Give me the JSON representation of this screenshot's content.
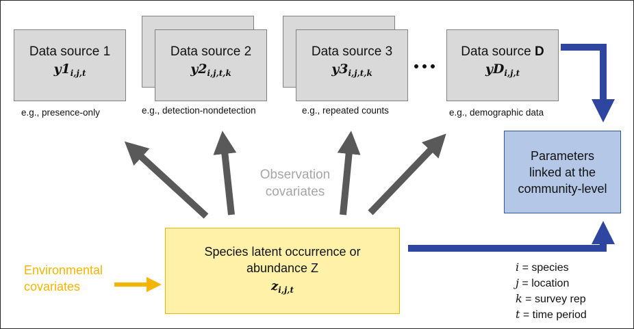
{
  "data_sources": [
    {
      "title": "Data source 1",
      "title_bold": "",
      "symbol_main": "y1",
      "symbol_sub": "i,j,t",
      "caption": "e.g., presence-only"
    },
    {
      "title": "Data source 2",
      "title_bold": "",
      "symbol_main": "y2",
      "symbol_sub": "i,j,t,k",
      "caption": "e.g., detection-nondetection"
    },
    {
      "title": "Data source 3",
      "title_bold": "",
      "symbol_main": "y3",
      "symbol_sub": "i,j,t,k",
      "caption": "e.g., repeated counts"
    },
    {
      "title": "Data source ",
      "title_bold": "D",
      "symbol_main": "yD",
      "symbol_sub": "i,j,t",
      "caption": "e.g., demographic data"
    }
  ],
  "parameters": {
    "line1": "Parameters",
    "line2": "linked at the",
    "line3": "community-level"
  },
  "latent": {
    "line1": "Species latent occurrence or",
    "line2": "abundance Z",
    "symbol_main": "z",
    "symbol_sub": "i,j,t"
  },
  "observation_covariates": {
    "line1": "Observation",
    "line2": "covariates"
  },
  "environmental_covariates": {
    "line1": "Environmental",
    "line2": "covariates"
  },
  "legend": [
    {
      "var": "i",
      "desc": " = species"
    },
    {
      "var": "j",
      "desc": " = location"
    },
    {
      "var": "k",
      "desc": " = survey rep"
    },
    {
      "var": "t",
      "desc": " = time period"
    }
  ],
  "colors": {
    "source_fill": "#d9d9d9",
    "source_border": "#7f7f7f",
    "gray_arrow": "#595959",
    "blue_arrow": "#2e46a0",
    "yellow_arrow": "#f5b400",
    "params_fill": "#b4c7e7",
    "params_border": "#2f5597",
    "latent_fill": "#fff2a8",
    "latent_border": "#f0b400",
    "obs_text": "#a6a6a6",
    "env_text": "#f5b400"
  }
}
